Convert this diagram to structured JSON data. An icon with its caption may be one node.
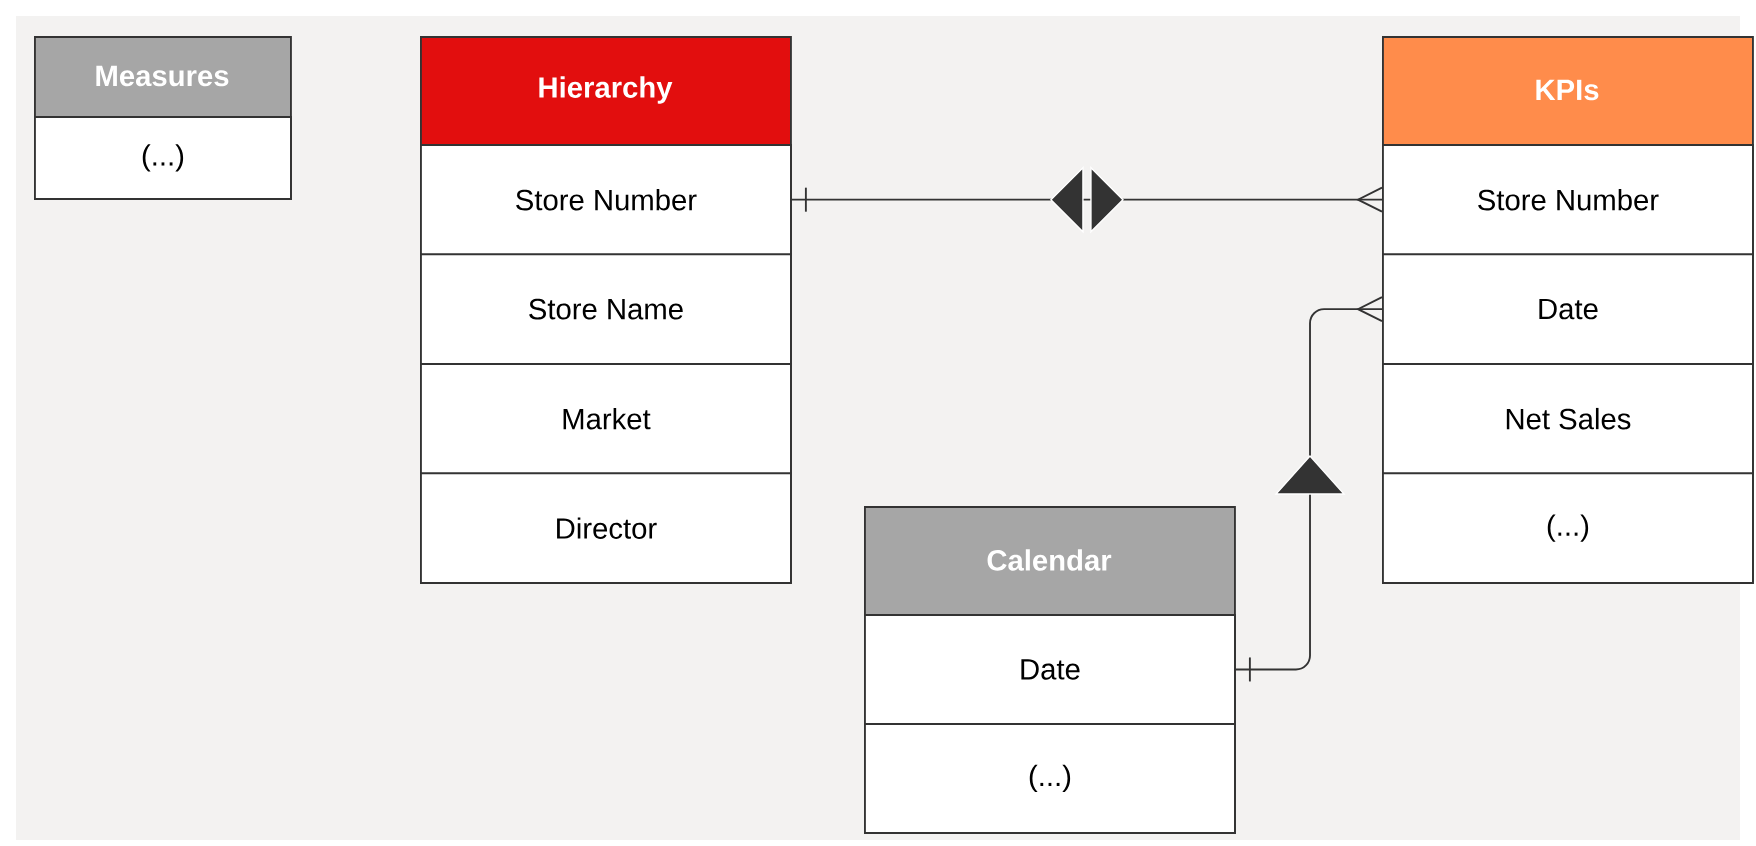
{
  "diagram": {
    "nodes": [
      {
        "text": [
          "Measures"
        ]
      },
      {
        "text": [
          "(...)"
        ],
        "in": 0
      },
      {
        "text": [
          "Hierarchy"
        ]
      },
      {
        "text": [
          "Store Number"
        ],
        "in": 2
      },
      {
        "text": [
          "Store Name"
        ],
        "in": 2
      },
      {
        "text": [
          "Market"
        ],
        "in": 2
      },
      {
        "text": [
          "Director"
        ],
        "in": 2
      },
      {
        "text": [
          "KPIs"
        ]
      },
      {
        "text": [
          "Store Number"
        ],
        "in": 7
      },
      {
        "text": [
          "Date"
        ],
        "in": 7
      },
      {
        "text": [
          "Net Sales"
        ],
        "in": 7
      },
      {
        "text": [
          "(...)"
        ],
        "in": 7
      },
      {
        "text": [
          "Calendar"
        ]
      },
      {
        "text": [
          "Date"
        ],
        "in": 12
      },
      {
        "text": [
          "(...)"
        ],
        "in": 12
      }
    ],
    "edges": [
      {
        "from": 3,
        "to": 8,
        "arrow": "other"
      },
      {
        "from": 13,
        "to": 9,
        "arrow": "to"
      }
    ]
  }
}
